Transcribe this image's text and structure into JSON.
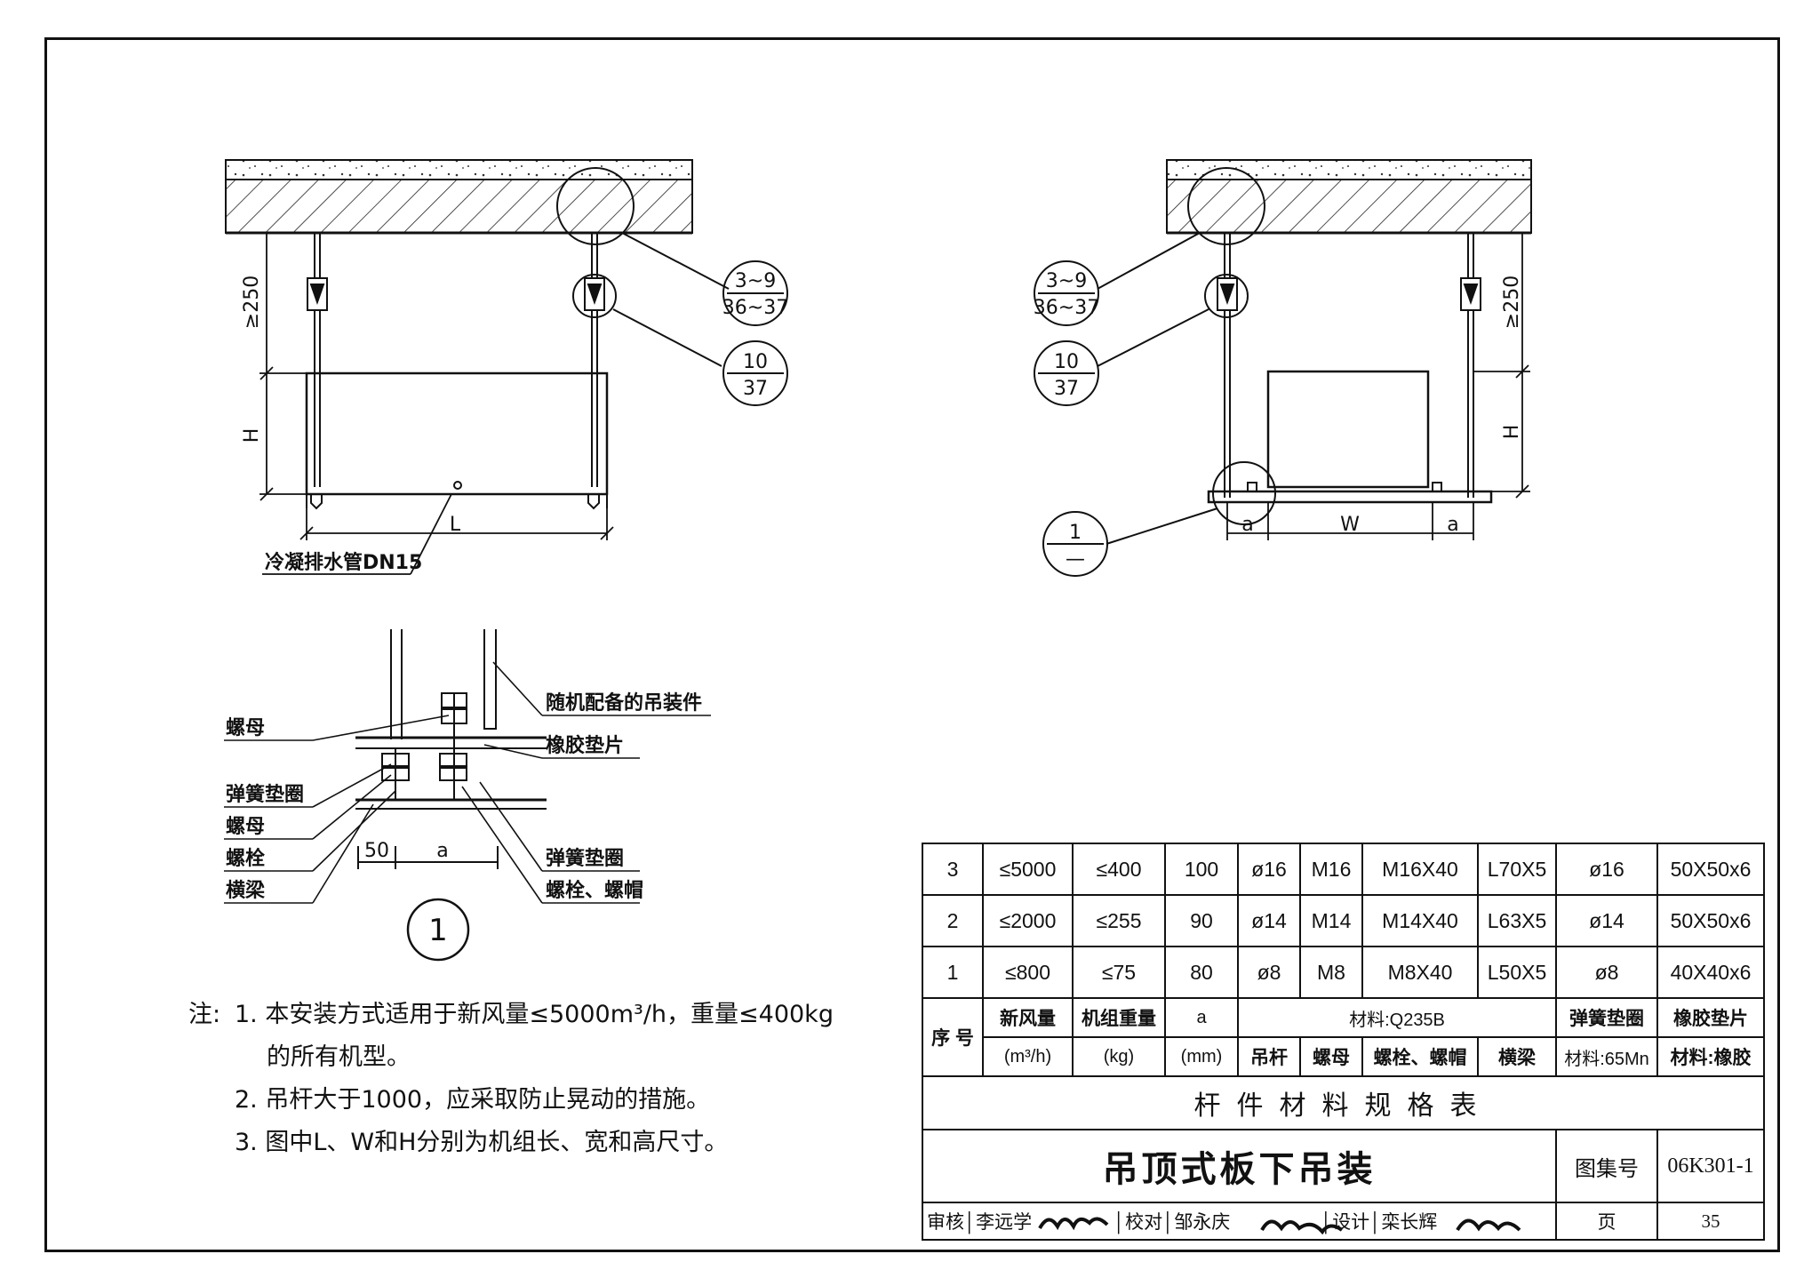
{
  "drawing": {
    "left_view": {
      "callout_detail_top": "3~9",
      "callout_detail_bottom": "36~37",
      "callout_hanger_top": "10",
      "callout_hanger_bottom": "37",
      "dim_min_drop": "≥250",
      "dim_height": "H",
      "dim_length": "L",
      "drain_label": "冷凝排水管DN15"
    },
    "right_view": {
      "callout_detail_top": "3~9",
      "callout_detail_bottom": "36~37",
      "callout_hanger_top": "10",
      "callout_hanger_bottom": "37",
      "callout_section_top": "1",
      "callout_section_bottom": "—",
      "dim_min_drop": "≥250",
      "dim_height": "H",
      "dim_a_left": "a",
      "dim_width": "W",
      "dim_a_right": "a"
    },
    "detail": {
      "number": "1",
      "label_nut_top": "螺母",
      "label_spring_washer_left": "弹簧垫圈",
      "label_nut_bottom": "螺母",
      "label_bolt": "螺栓",
      "label_beam": "横梁",
      "label_hanger_kit": "随机配备的吊装件",
      "label_rubber_pad": "橡胶垫片",
      "label_spring_washer_right": "弹簧垫圈",
      "label_bolt_nut": "螺栓、螺帽",
      "dim_50": "50",
      "dim_a": "a"
    }
  },
  "notes": {
    "prefix": "注:",
    "items": [
      {
        "num": "1.",
        "line1": "本安装方式适用于新风量≤5000m³/h，重量≤400kg",
        "line2": "的所有机型。"
      },
      {
        "num": "2.",
        "line1": "吊杆大于1000，应采取防止晃动的措施。"
      },
      {
        "num": "3.",
        "line1": "图中L、W和H分别为机组长、宽和高尺寸。"
      }
    ]
  },
  "spec_table": {
    "rows": [
      [
        "3",
        "≤5000",
        "≤400",
        "100",
        "ø16",
        "M16",
        "M16X40",
        "L70X5",
        "ø16",
        "50X50x6"
      ],
      [
        "2",
        "≤2000",
        "≤255",
        "90",
        "ø14",
        "M14",
        "M14X40",
        "L63X5",
        "ø14",
        "50X50x6"
      ],
      [
        "1",
        "≤800",
        "≤75",
        "80",
        "ø8",
        "M8",
        "M8X40",
        "L50X5",
        "ø8",
        "40X40x6"
      ]
    ],
    "header": {
      "seq": "序 号",
      "airflow": "新风量",
      "airflow_unit": "(m³/h)",
      "weight": "机组重量",
      "weight_unit": "(kg)",
      "a": "a",
      "a_unit": "(mm)",
      "material": "材料:Q235B",
      "rod": "吊杆",
      "nut": "螺母",
      "bolt_nut": "螺栓、螺帽",
      "beam": "横梁",
      "spring_washer": "弹簧垫圈",
      "spring_material": "材料:65Mn",
      "rubber_pad": "橡胶垫片",
      "rubber_material": "材料:橡胶"
    },
    "caption": "杆件材料规格表"
  },
  "title_block": {
    "title": "吊顶式板下吊装",
    "atlas_label": "图集号",
    "atlas_no": "06K301-1",
    "review_label": "审核",
    "reviewer": "李远学",
    "check_label": "校对",
    "checker": "邹永庆",
    "design_label": "设计",
    "designer": "栾长辉",
    "page_label": "页",
    "page_no": "35"
  }
}
